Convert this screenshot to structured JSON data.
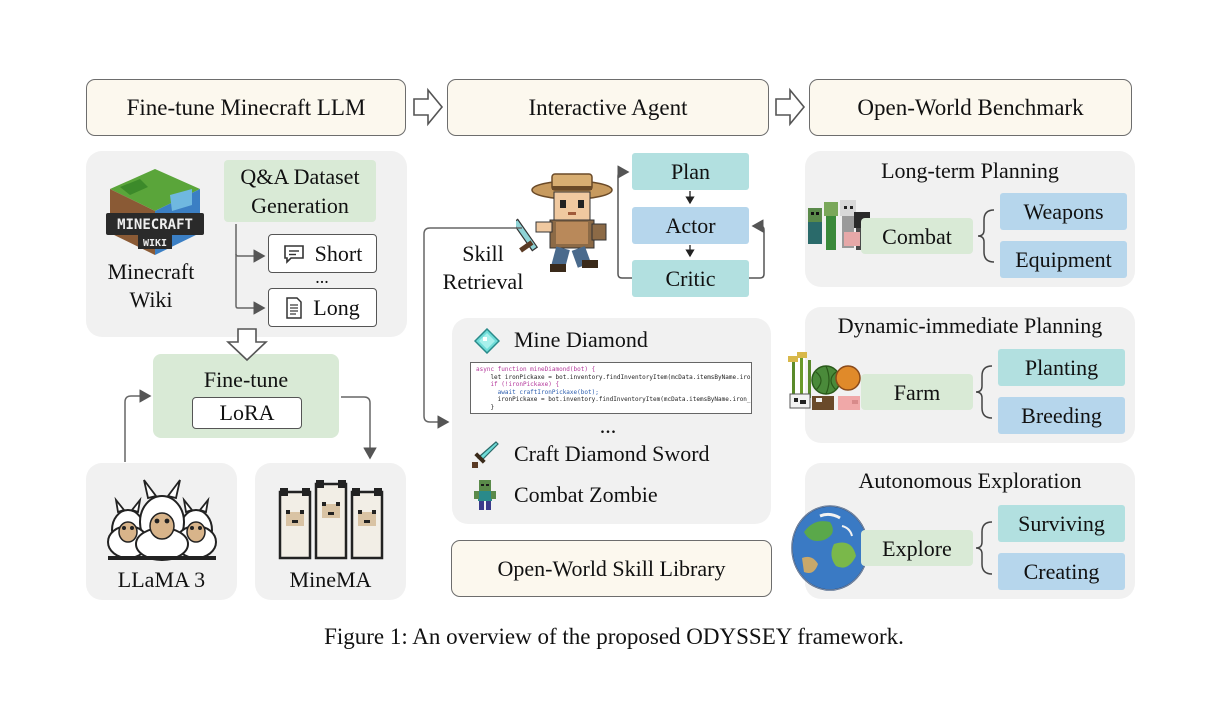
{
  "header": {
    "step1": "Fine-tune Minecraft LLM",
    "step2": "Interactive Agent",
    "step3": "Open-World Benchmark"
  },
  "finetune": {
    "logo_line1": "MINECRAFT",
    "logo_line2": "WIKI",
    "wiki_label": "Minecraft\nWiki",
    "qa_label": "Q&A Dataset\nGeneration",
    "short_label": "Short",
    "dots": "...",
    "long_label": "Long",
    "finetune_label": "Fine-tune",
    "lora_label": "LoRA",
    "llama_label": "LLaMA 3",
    "minema_label": "MineMA"
  },
  "agent": {
    "plan": "Plan",
    "actor": "Actor",
    "critic": "Critic",
    "skill_retrieval": "Skill\nRetrieval",
    "skill_mine": "Mine Diamond",
    "skill_dots": "...",
    "skill_sword": "Craft Diamond Sword",
    "skill_zombie": "Combat Zombie",
    "library_label": "Open-World Skill Library",
    "code_lines": [
      "async function mineDiamond(bot) {",
      "    let ironPickaxe = bot.inventory.findInventoryItem(mcData.itemsByName.iron_pickaxe.id);",
      "    if (!ironPickaxe) {",
      "      await craftIronPickaxe(bot);",
      "      ironPickaxe = bot.inventory.findInventoryItem(mcData.itemsByName.iron_pickaxe.id);",
      "    }"
    ]
  },
  "benchmark": {
    "long_term": {
      "title": "Long-term Planning",
      "task": "Combat",
      "sub": [
        "Weapons",
        "Equipment"
      ]
    },
    "dynamic": {
      "title": "Dynamic-immediate Planning",
      "task": "Farm",
      "sub": [
        "Planting",
        "Breeding"
      ]
    },
    "exploration": {
      "title": "Autonomous Exploration",
      "task": "Explore",
      "sub": [
        "Surviving",
        "Creating"
      ]
    }
  },
  "caption": "Figure 1: An overview of the proposed ODYSSEY framework."
}
